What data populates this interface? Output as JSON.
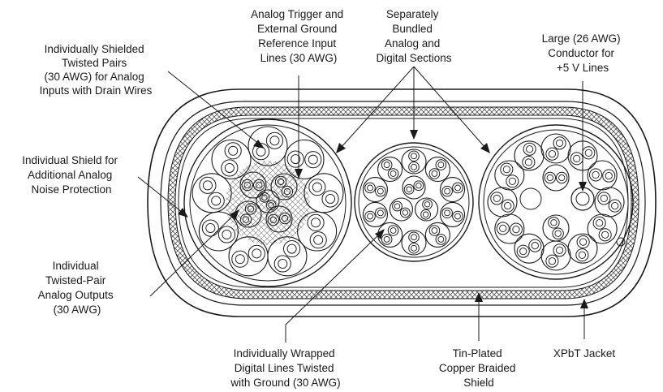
{
  "labels": {
    "shielded_pairs": [
      "Individually Shielded",
      "Twisted Pairs",
      "(30 AWG) for Analog",
      "Inputs with Drain Wires"
    ],
    "trigger_lines": [
      "Analog Trigger and",
      "External Ground",
      "Reference Input",
      "Lines (30 AWG)"
    ],
    "bundled_sections": [
      "Separately",
      "Bundled",
      "Analog and",
      "Digital Sections"
    ],
    "large_conductor": [
      "Large (26 AWG)",
      "Conductor for",
      "+5 V Lines"
    ],
    "individual_shield": [
      "Individual Shield for",
      "Additional Analog",
      "Noise Protection"
    ],
    "analog_outputs": [
      "Individual",
      "Twisted-Pair",
      "Analog Outputs",
      "(30 AWG)"
    ],
    "digital_lines": [
      "Individually Wrapped",
      "Digital Lines Twisted",
      "with Ground (30 AWG)"
    ],
    "braided_shield": [
      "Tin-Plated",
      "Copper Braided",
      "Shield"
    ],
    "jacket": [
      "XPbT Jacket"
    ]
  },
  "colors": {
    "ink": "#1a1a1a",
    "paper": "#ffffff",
    "braid": "#8a8a8a"
  }
}
